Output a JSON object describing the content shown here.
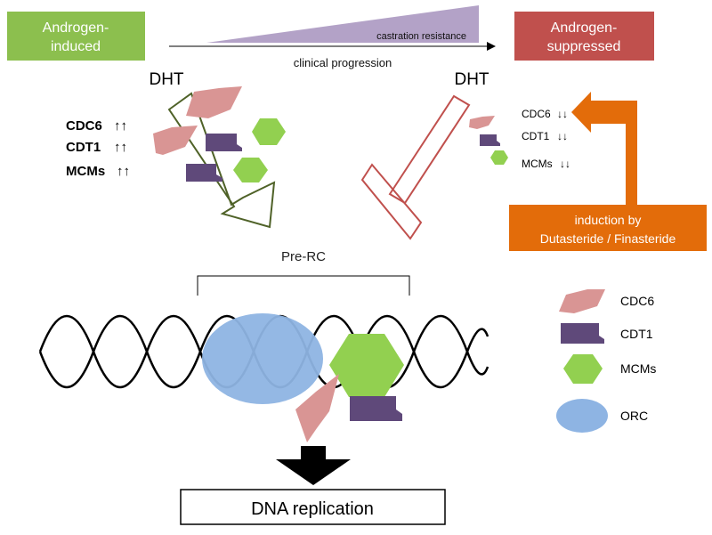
{
  "header": {
    "left_box": {
      "lines": [
        "Androgen-",
        "induced"
      ],
      "color": "#8cbf4e"
    },
    "right_box": {
      "lines": [
        "Androgen-",
        "suppressed"
      ],
      "color": "#c0504d"
    },
    "castration_label": "castration resistance",
    "progression_label": "clinical progression",
    "wedge_color": "#b3a2c7"
  },
  "induced_panel": {
    "dht_label": "DHT",
    "rows": [
      {
        "name": "CDC6",
        "arrows": "↑↑"
      },
      {
        "name": "CDT1",
        "arrows": "↑↑"
      },
      {
        "name": "MCMs",
        "arrows": "↑↑"
      }
    ]
  },
  "suppressed_panel": {
    "dht_label": "DHT",
    "rows": [
      {
        "name": "CDC6",
        "arrows": "↓↓"
      },
      {
        "name": "CDT1",
        "arrows": "↓↓"
      },
      {
        "name": "MCMs",
        "arrows": "↓↓"
      }
    ],
    "induction_lines": [
      "induction by",
      "Dutasteride / Finasteride"
    ],
    "induction_color": "#e36c0a"
  },
  "complex": {
    "label": "Pre-RC"
  },
  "legend": [
    {
      "name": "CDC6",
      "color": "#d99594",
      "shape": "parallelogram"
    },
    {
      "name": "CDT1",
      "color": "#5f497a",
      "shape": "tab"
    },
    {
      "name": "MCMs",
      "color": "#92d050",
      "shape": "hexagon"
    },
    {
      "name": "ORC",
      "color": "#8eb4e3",
      "shape": "ellipse"
    }
  ],
  "outcome": {
    "label": "DNA replication"
  }
}
